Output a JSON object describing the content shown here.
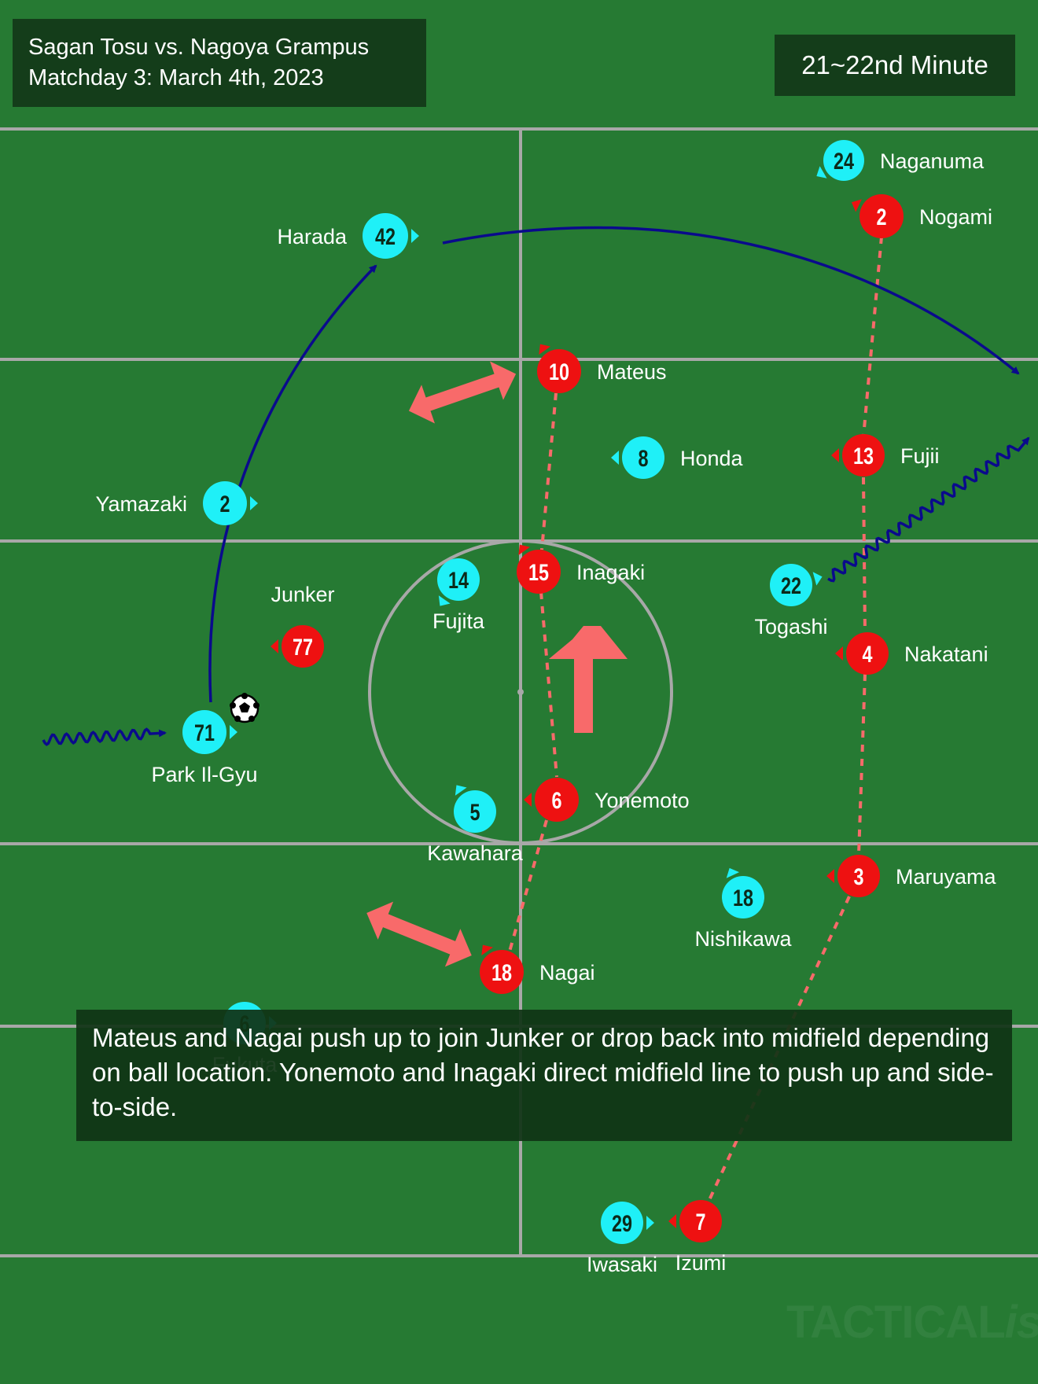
{
  "title": {
    "line1": "Sagan Tosu vs. Nagoya Grampus",
    "line2": "Matchday 3: March 4th, 2023"
  },
  "minute_label": "21~22nd Minute",
  "note": "Mateus and Nagai push up to join Junker or drop back into midfield depending on ball location. Yonemoto and Inagaki direct midfield line to push up and side-to-side.",
  "watermark": {
    "main": "TACTICAL",
    "accent": "ista"
  },
  "colors": {
    "pitch": "#267a33",
    "line": "#a8a8a8",
    "team_cyan": "#1ff0f7",
    "team_red": "#ee1111",
    "pass_arrow": "#0a0a8c",
    "movement": "#f86a6a",
    "panel": "#143d1a"
  },
  "players": {
    "cyan": [
      {
        "number": "24",
        "name": "Naganuma"
      },
      {
        "number": "42",
        "name": "Harada"
      },
      {
        "number": "8",
        "name": "Honda"
      },
      {
        "number": "2",
        "name": "Yamazaki"
      },
      {
        "number": "14",
        "name": "Fujita"
      },
      {
        "number": "22",
        "name": "Togashi"
      },
      {
        "number": "71",
        "name": "Park Il-Gyu"
      },
      {
        "number": "5",
        "name": "Kawahara"
      },
      {
        "number": "18",
        "name": "Nishikawa"
      },
      {
        "number": "6",
        "name": "Fukuta"
      },
      {
        "number": "29",
        "name": "Iwasaki"
      }
    ],
    "red": [
      {
        "number": "2",
        "name": "Nogami"
      },
      {
        "number": "10",
        "name": "Mateus"
      },
      {
        "number": "13",
        "name": "Fujii"
      },
      {
        "number": "15",
        "name": "Inagaki"
      },
      {
        "number": "77",
        "name": "Junker"
      },
      {
        "number": "4",
        "name": "Nakatani"
      },
      {
        "number": "6",
        "name": "Yonemoto"
      },
      {
        "number": "3",
        "name": "Maruyama"
      },
      {
        "number": "18",
        "name": "Nagai"
      },
      {
        "number": "7",
        "name": "Izumi"
      }
    ]
  }
}
